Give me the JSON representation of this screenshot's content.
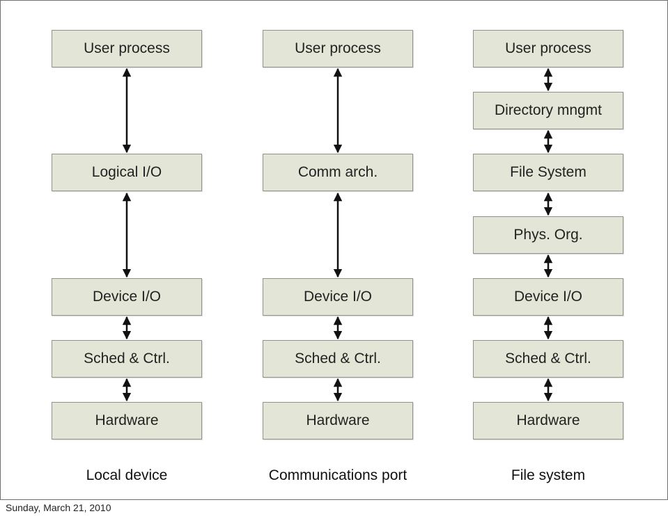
{
  "columns": [
    {
      "label": "Local device",
      "layers": [
        "User process",
        "Logical I/O",
        "Device I/O",
        "Sched & Ctrl.",
        "Hardware"
      ]
    },
    {
      "label": "Communications port",
      "layers": [
        "User process",
        "Comm arch.",
        "Device I/O",
        "Sched & Ctrl.",
        "Hardware"
      ]
    },
    {
      "label": "File system",
      "layers": [
        "User process",
        "Directory mngmt",
        "File System",
        "Phys. Org.",
        "Device I/O",
        "Sched & Ctrl.",
        "Hardware"
      ]
    }
  ],
  "footer": {
    "date": "Sunday, March 21, 2010"
  }
}
